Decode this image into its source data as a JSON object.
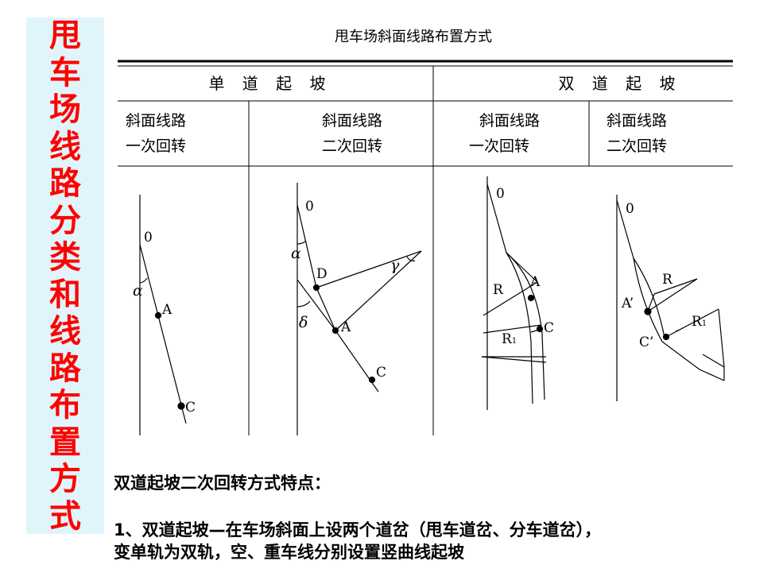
{
  "side_title_chars": [
    "甩",
    "车",
    "场",
    "线",
    "路",
    "分",
    "类",
    "和",
    "线",
    "路",
    "布",
    "置",
    "方",
    "式"
  ],
  "table": {
    "caption": "甩车场斜面线路布置方式",
    "group_single": "单 道 起 坡",
    "group_double": "双 道 起 坡",
    "col1": [
      "斜面线路",
      "一次回转"
    ],
    "col2": [
      "斜面线路",
      "二次回转"
    ],
    "col3": [
      "斜面线路",
      "一次回转"
    ],
    "col4": [
      "斜面线路",
      "二次回转"
    ]
  },
  "fig1": {
    "o": "0",
    "a": "A",
    "c": "C",
    "alpha": "α"
  },
  "fig2": {
    "o": "0",
    "alpha": "α",
    "d": "D",
    "gamma": "γ",
    "delta": "δ",
    "a": "A",
    "c": "C"
  },
  "fig3": {
    "o": "0",
    "r": "R",
    "a": "A",
    "r1": "R",
    "r1_sub": "1",
    "c": "C"
  },
  "fig4": {
    "o": "0",
    "r": "R",
    "a": "A’",
    "r1": "R",
    "r1_sub": "1",
    "c": "C’"
  },
  "text": {
    "subheading": "双道起坡二次回转方式特点：",
    "line1": "1、双道起坡—在车场斜面上设两个道岔（甩车道岔、分车道岔），",
    "line2": "变单轨为双轨，空、重车线分别设置竖曲线起坡"
  }
}
